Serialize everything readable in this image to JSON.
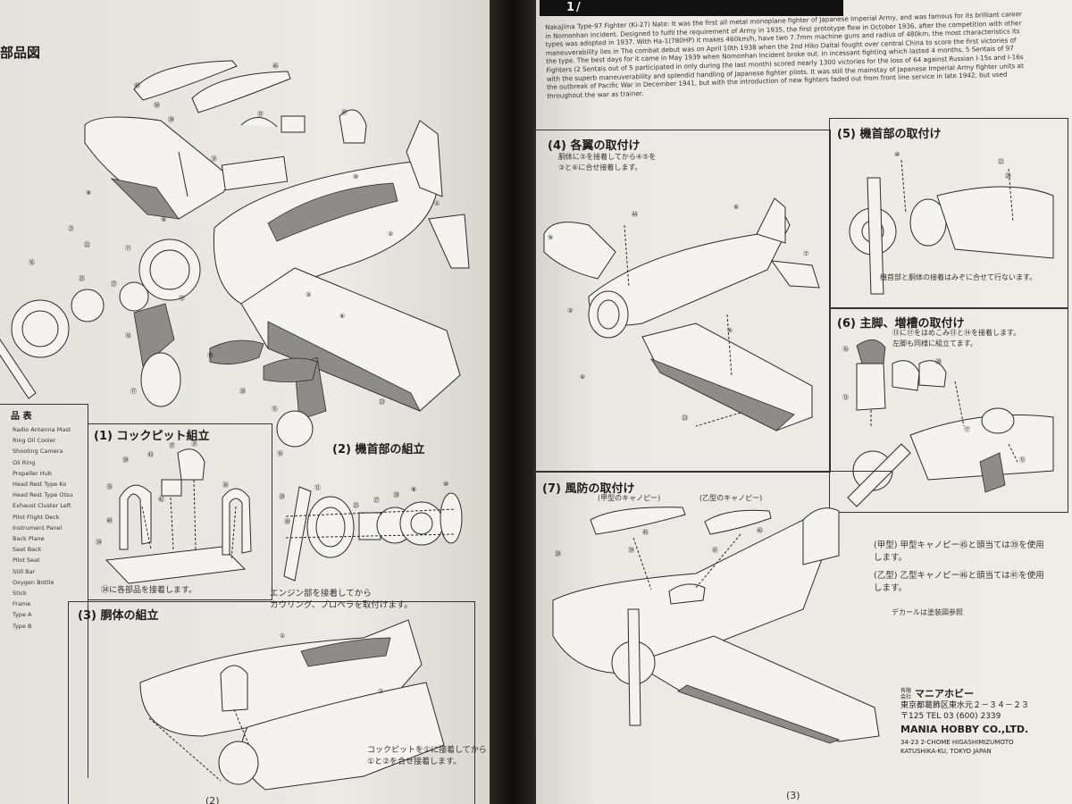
{
  "left_page": {
    "header_fragment": "部品図",
    "parts_table_title": "品 表",
    "parts_table": [
      "Radio Antenna Mast",
      "Ring Oil Cooler",
      "Shooting Camera",
      "Oil Ring",
      "Propeller Hub",
      "Head Rest Type Ko",
      "Head Rest Type Otsu",
      "Exhaust Cluster Left",
      "Pilot Flight Deck",
      "Instrument Panel",
      "Back Plane",
      "Seat Back",
      "Pilot Seat",
      "Still Bar",
      "Oxygen Bottle",
      "Stick",
      "Frame",
      "Type A",
      "Type B"
    ],
    "step1": {
      "title": "(1) コックピット組立",
      "note": "㉞に各部品を接着します。"
    },
    "step2": {
      "title": "(2) 機首部の組立",
      "note": "エンジン部を接着してから\nカウリング、プロペラを取付けます。"
    },
    "step3": {
      "title": "(3) 胴体の組立",
      "note": "コックピットを①に接着してから\n①と②を合せ接着します。"
    },
    "page_number": "(2)"
  },
  "right_page": {
    "title_banner": "1/",
    "intro_text": "Nakajima Type-97 Fighter (Ki-27) Nate: It was the first all metal monoplane fighter of Japanese Imperial Army, and was famous for its brilliant career in Nomonhan Incident. Designed to fulfil the requirement of Army in 1935, the first prototype flew in October 1936, after the competition with other types was adopted in 1937. With Ha-1(780HP) it makes 460km/h, have two 7.7mm machine guns and radius of 480km, the most characteristics its maneuverability lies in The combat debut was on April 10th 1938 when the 2nd Hiko Daitai fought over central China to score the first victories of the type. The best days for it came in May 1939 when Nomonhan Incident broke out. In incessant fighting which lasted 4 months, 5 Sentais of 97 Fighters (2 Sentais out of 5 participated in only during the last month) scored nearly 1300 victories for the loss of 64 against Russian I-15s and I-16s with the superb maneuverability and splendid handling of Japanese fighter pilots. It was still the mainstay of Japanese Imperial Army fighter units at the outbreak of Pacific War in December 1941, but with the introduction of new fighters faded out from front line service in late 1942, but used throughout the war as trainer.",
    "step4": {
      "title": "(4) 各翼の取付け",
      "note": "胴体に⑤を接着してから④⑤を\n③と⑥に合せ接着します。"
    },
    "step5": {
      "title": "(5) 機首部の取付け",
      "note": "機首部と胴体の接着はみぞに合せて行ないます。"
    },
    "step6": {
      "title": "(6) 主脚、増槽の取付け",
      "note": "⑬に⑰をはめこみ⑬と⑭を接着します。\n左脚も同様に組立てます。"
    },
    "step7": {
      "title": "(7) 風防の取付け",
      "canopy_a": "(甲型のキャノピー)",
      "canopy_b": "(乙型のキャノピー)",
      "instructions": [
        {
          "tag": "(甲型)",
          "text": "甲型キャノピー㊺と頭当ては㊴を使用\nします。"
        },
        {
          "tag": "(乙型)",
          "text": "乙型キャノピー㊻と頭当ては㊶を使用\nします。"
        }
      ],
      "decal_note": "デカールは塗装図参照"
    },
    "company": {
      "label_small": "有限\n会社",
      "name_jp": "マニアホビー",
      "address_jp": "東京都葛飾区東水元２－３４－２３",
      "tel": "〒125 TEL 03 (600) 2339",
      "name_en": "MANIA HOBBY CO.,LTD.",
      "address_en_1": "34-23 2-CHOME HIGASHIMIZUMOTO",
      "address_en_2": "KATUSHIKA-KU, TOKYO JAPAN"
    },
    "page_number": "(3)"
  }
}
